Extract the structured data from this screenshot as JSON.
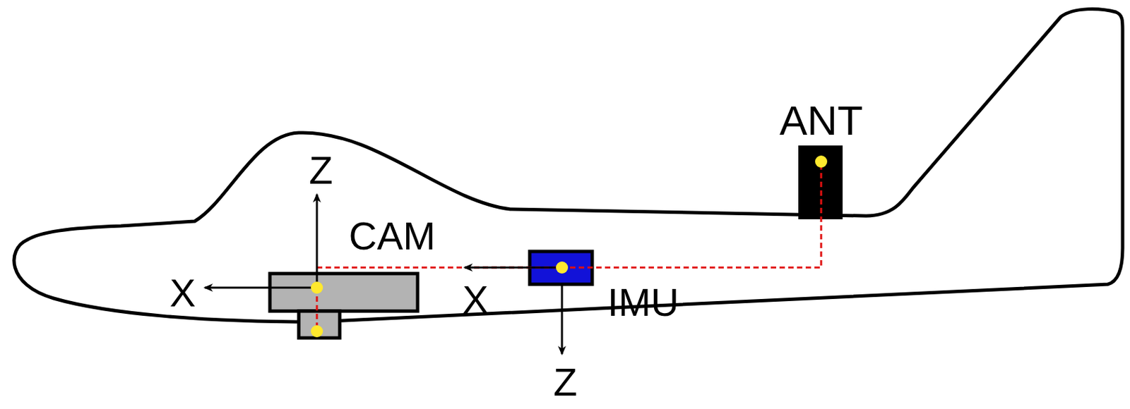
{
  "diagram": {
    "labels": [
      "Z",
      "CAM",
      "X",
      "X",
      "IMU",
      "Z",
      "ANT"
    ]
  }
}
